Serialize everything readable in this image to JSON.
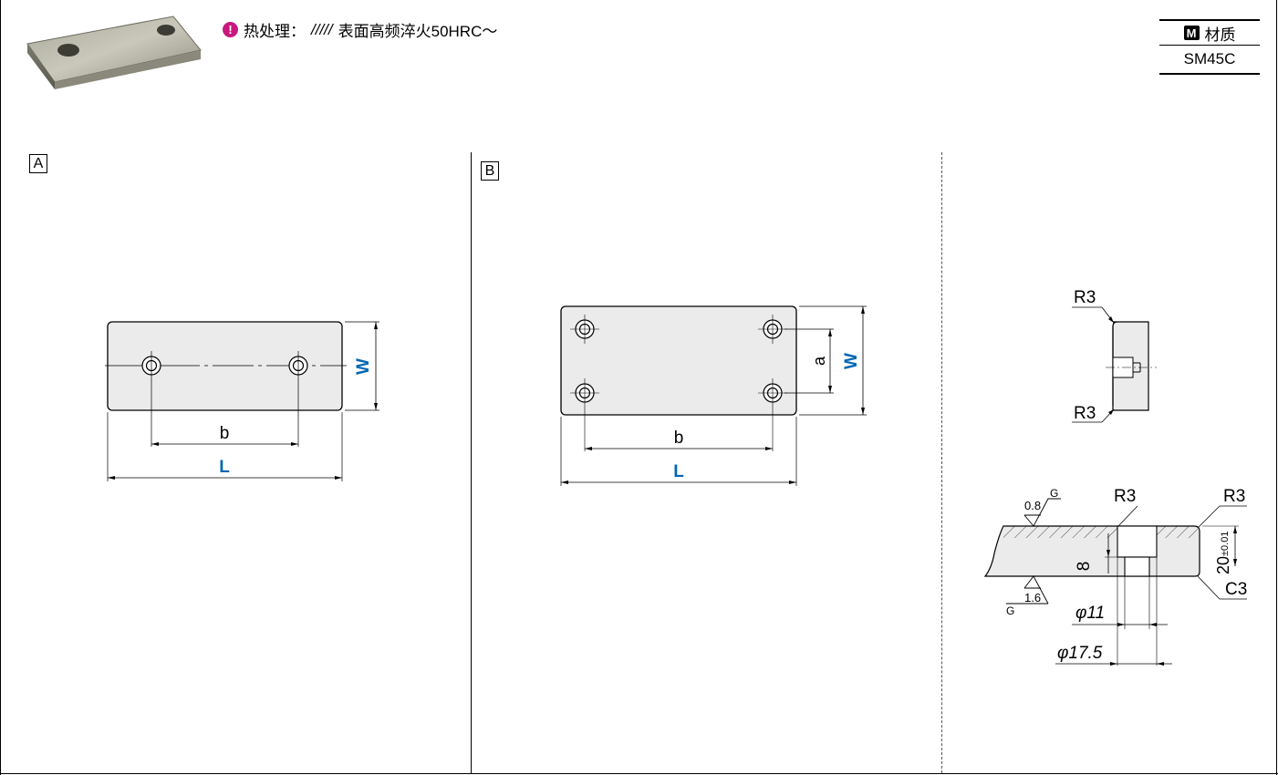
{
  "notice": {
    "icon": "exclamation-icon",
    "text": "热处理：",
    "hatch": "/////",
    "detail": " 表面高频淬火50HRC～"
  },
  "material": {
    "icon_letter": "M",
    "label": "材质",
    "value": "SM45C"
  },
  "panel_a": {
    "tag": "A",
    "dim_b": "b",
    "dim_L": "L",
    "dim_W": "W"
  },
  "panel_b": {
    "tag": "B",
    "dim_b": "b",
    "dim_L": "L",
    "dim_W": "W",
    "dim_a": "a"
  },
  "side_view": {
    "r_top": "R3",
    "r_bottom": "R3"
  },
  "section_view": {
    "rough_top_value": "0.8",
    "rough_top_grade": "G",
    "rough_bottom_value": "1.6",
    "rough_bottom_grade": "G",
    "r_hole": "R3",
    "r_edge": "R3",
    "chamfer": "C3",
    "thickness": "20",
    "tolerance": "±0.01",
    "depth": "8",
    "dia_small": "φ11",
    "dia_large": "φ17.5"
  },
  "colors": {
    "dim_blue": "#0066b3",
    "notice_magenta": "#c8187d",
    "part_fill": "#ebebeb"
  }
}
